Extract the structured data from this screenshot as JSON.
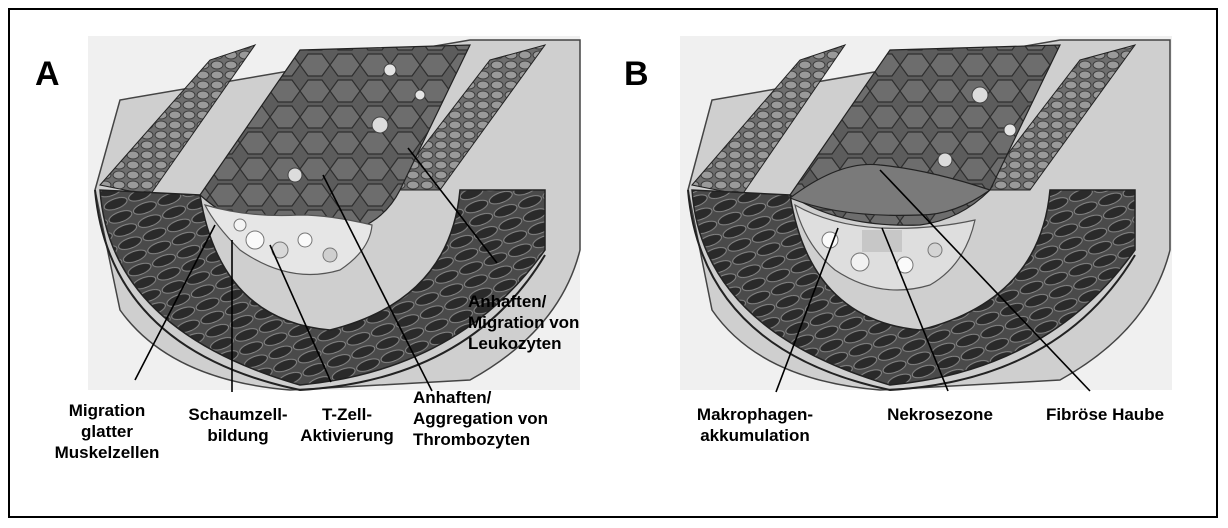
{
  "panels": [
    {
      "letter": "A",
      "labels": {
        "leukocyte_adhesion": [
          "Anhaften/",
          "Migration von",
          "Leukozyten"
        ],
        "smooth_muscle_migration": [
          "Migration",
          "glatter",
          "Muskelzellen"
        ],
        "foam_cell_formation": [
          "Schaumzell-",
          "bildung"
        ],
        "t_cell_activation": [
          "T-Zell-",
          "Aktivierung"
        ],
        "platelet_aggregation": [
          "Anhaften/",
          "Aggregation von",
          "Thrombozyten"
        ]
      }
    },
    {
      "letter": "B",
      "labels": {
        "macrophage_accumulation": [
          "Makrophagen-",
          "akkumulation"
        ],
        "necrotic_core": [
          "Nekrosezone"
        ],
        "fibrous_cap": [
          "Fibröse Haube"
        ]
      }
    }
  ],
  "colors": {
    "frame": "#000000",
    "vessel_outer": "#bdbdbd",
    "vessel_wall": "#5a5a5a",
    "lumen": "#3a3a3a",
    "plaque": "#e8e8e8",
    "pointer": "#000000"
  }
}
